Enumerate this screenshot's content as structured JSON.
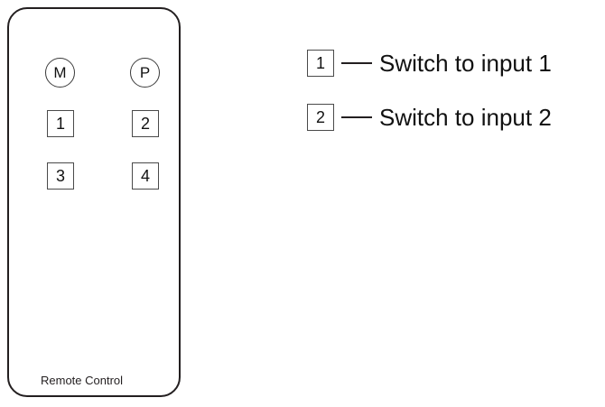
{
  "figure": {
    "background_color": "#ffffff",
    "line_color": "#231f20"
  },
  "remote": {
    "caption": "Remote Control",
    "round_buttons": [
      {
        "label": "M",
        "name": "menu-button"
      },
      {
        "label": "P",
        "name": "power-button"
      }
    ],
    "square_buttons": [
      {
        "label": "1"
      },
      {
        "label": "2"
      },
      {
        "label": "3"
      },
      {
        "label": "4"
      }
    ]
  },
  "legend": {
    "rows": [
      {
        "key": "1",
        "dash": "—",
        "text": "Switch to input 1"
      },
      {
        "key": "2",
        "dash": "—",
        "text": "Switch to input 2"
      }
    ]
  }
}
